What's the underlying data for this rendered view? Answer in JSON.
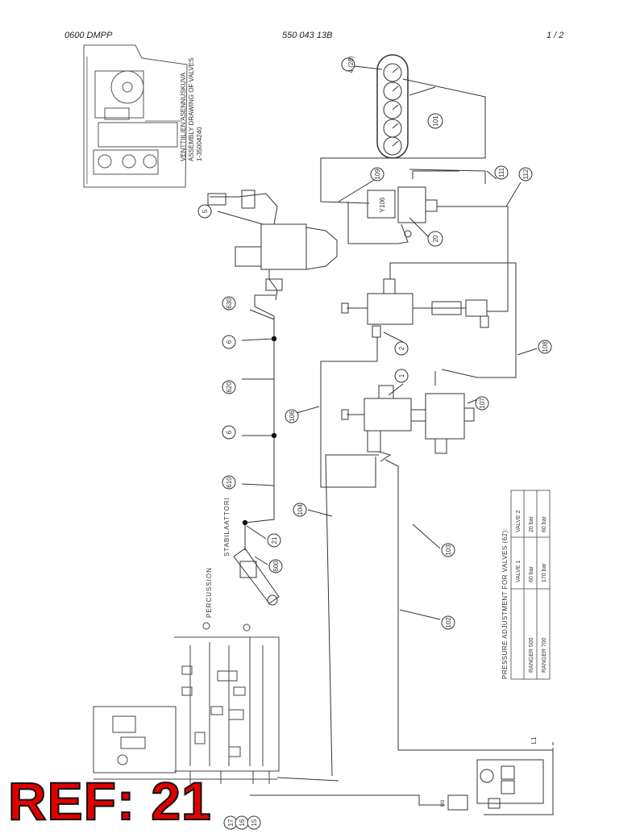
{
  "header": {
    "left": "0600 DMPP",
    "center": "550 043 13B",
    "right": "1 /  2"
  },
  "assembly_note": {
    "lines": [
      "VENTTIILIEN ASENNUSKUVA",
      "ASSEMBLY DRAWING OF VALVES",
      "1-35004240"
    ]
  },
  "callouts": {
    "c4_28": "4 (28)",
    "c101": "101",
    "c109": "109",
    "c111": "111",
    "c112": "112",
    "c5": "5",
    "c20": "20",
    "y106": "Y106",
    "c630": "630",
    "c6a": "6",
    "c620": "620",
    "c6b": "6",
    "c610": "610",
    "c2": "2",
    "c108": "108",
    "c1": "1",
    "c107": "107",
    "c106": "106",
    "c104": "104",
    "c103": "103",
    "c21": "21",
    "c600": "600",
    "c102": "102",
    "c17": "17",
    "c16": "16",
    "c15": "15",
    "l1": "L1",
    "m3": "M3"
  },
  "labels": {
    "stabilizers": "STABILAATTORI",
    "percussion": "PERCUSSION"
  },
  "pressure_table": {
    "title": "PRESSURE ADJUSTMENT FOR VALVES (62):",
    "headers": [
      "",
      "VALVE 1",
      "VALVE 2"
    ],
    "rows": [
      [
        "RANGER 500",
        "60 bar",
        "20 bar"
      ],
      [
        "RANGER 700",
        "170 bar",
        "60 bar"
      ]
    ]
  },
  "ref": "REF: 21"
}
